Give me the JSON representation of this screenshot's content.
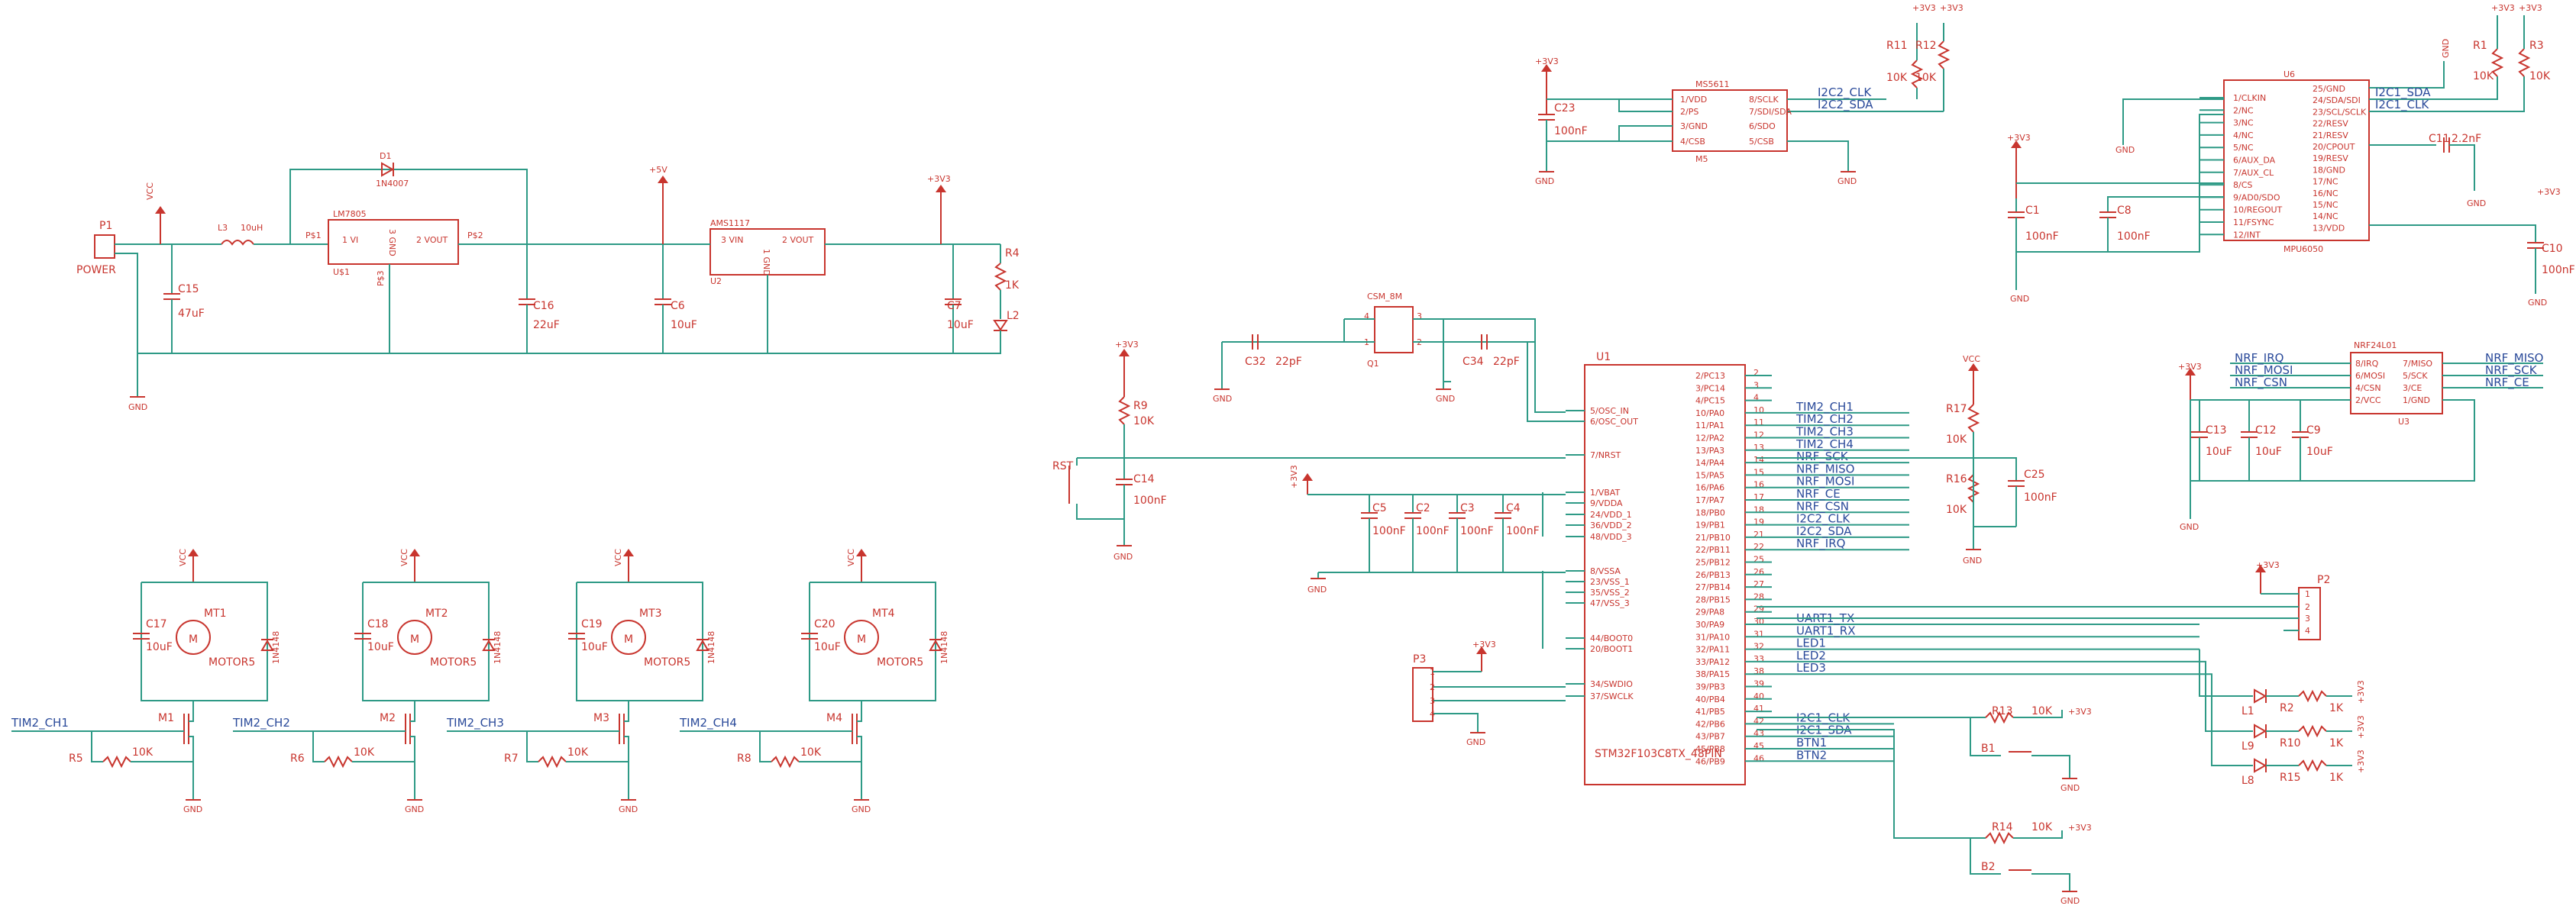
{
  "colors": {
    "wire": "#2e9a86",
    "component": "#c8352e",
    "net_label": "#2a4a9a"
  },
  "power": {
    "p1": "P1",
    "power": "POWER",
    "l3": "L3",
    "l3v": "10uH",
    "d1": "D1",
    "d1v": "1N4007",
    "vreg1": "LM7805",
    "vreg1_ref": "U$1",
    "v1_in": "1 VI",
    "v1_gnd": "3 GND",
    "v1_out": "2 VOUT",
    "vreg2": "AMS1117",
    "vreg2_ref": "U2",
    "v2_in": "3 VIN",
    "v2_gnd": "1 GND",
    "v2_out": "2 VOUT",
    "c15": "C15",
    "c15v": "47uF",
    "c16": "C16",
    "c16v": "22uF",
    "c6": "C6",
    "c6v": "10uF",
    "c7": "C7",
    "c7v": "10uF",
    "r4": "R4",
    "r4v": "1K",
    "l2": "L2",
    "vcc": "VCC",
    "p5v": "+5V",
    "p3v3": "+3V3",
    "gnd": "GND",
    "ps1": "P$1",
    "ps2": "P$2",
    "ps3": "P$3"
  },
  "motors": [
    {
      "c": "C17",
      "cv": "10uF",
      "mt": "MT1",
      "mtv": "MOTOR5",
      "d": "1N4148",
      "q": "M1",
      "r": "R5",
      "rv": "10K",
      "net": "TIM2_CH1"
    },
    {
      "c": "C18",
      "cv": "10uF",
      "mt": "MT2",
      "mtv": "MOTOR5",
      "d": "1N4148",
      "q": "M2",
      "r": "R6",
      "rv": "10K",
      "net": "TIM2_CH2"
    },
    {
      "c": "C19",
      "cv": "10uF",
      "mt": "MT3",
      "mtv": "MOTOR5",
      "d": "1N4148",
      "q": "M3",
      "r": "R7",
      "rv": "10K",
      "net": "TIM2_CH3"
    },
    {
      "c": "C20",
      "cv": "10uF",
      "mt": "MT4",
      "mtv": "MOTOR5",
      "d": "1N4148",
      "q": "M4",
      "r": "R8",
      "rv": "10K",
      "net": "TIM2_CH4"
    }
  ],
  "reset": {
    "r9": "R9",
    "r9v": "10K",
    "rst": "RST",
    "c14": "C14",
    "c14v": "100nF"
  },
  "crystal": {
    "ref": "Q1",
    "name": "CSM_8M",
    "c32": "C32",
    "c32v": "22pF",
    "c34": "C34",
    "c34v": "22pF",
    "p4": "4",
    "p3": "3",
    "p1": "1",
    "p2": "2"
  },
  "decoupling": [
    {
      "ref": "C5",
      "v": "100nF"
    },
    {
      "ref": "C2",
      "v": "100nF"
    },
    {
      "ref": "C3",
      "v": "100nF"
    },
    {
      "ref": "C4",
      "v": "100nF"
    }
  ],
  "mcu": {
    "ref": "U1",
    "part": "STM32F103C8TX_48PIN",
    "left_pins": [
      "5/OSC_IN",
      "6/OSC_OUT",
      "7/NRST",
      "1/VBAT",
      "9/VDDA",
      "24/VDD_1",
      "36/VDD_2",
      "48/VDD_3",
      "8/VSSA",
      "23/VSS_1",
      "35/VSS_2",
      "47/VSS_3",
      "44/BOOT0",
      "20/BOOT1",
      "34/SWDIO",
      "37/SWCLK"
    ],
    "right_pins": [
      "2/PC13",
      "3/PC14",
      "4/PC15",
      "10/PA0",
      "11/PA1",
      "12/PA2",
      "13/PA3",
      "14/PA4",
      "15/PA5",
      "16/PA6",
      "17/PA7",
      "18/PB0",
      "19/PB1",
      "21/PB10",
      "22/PB11",
      "25/PB12",
      "26/PB13",
      "27/PB14",
      "28/PB15",
      "29/PA8",
      "30/PA9",
      "31/PA10",
      "32/PA11",
      "33/PA12",
      "38/PA15",
      "39/PB3",
      "40/PB4",
      "41/PB5",
      "42/PB6",
      "43/PB7",
      "45/PB8",
      "46/PB9"
    ],
    "right_nums": [
      "2",
      "3",
      "4",
      "10",
      "11",
      "12",
      "13",
      "14",
      "15",
      "16",
      "17",
      "18",
      "19",
      "21",
      "22",
      "25",
      "26",
      "27",
      "28",
      "29",
      "30",
      "31",
      "32",
      "33",
      "38",
      "39",
      "40",
      "41",
      "42",
      "43",
      "45",
      "46"
    ],
    "nets": [
      "",
      "",
      "",
      "TIM2_CH1",
      "TIM2_CH2",
      "TIM2_CH3",
      "TIM2_CH4",
      "NRF_SCK",
      "NRF_MISO",
      "NRF_MOSI",
      "NRF_CE",
      "NRF_CSN",
      "I2C2_CLK",
      "I2C2_SDA",
      "NRF_IRQ",
      "",
      "",
      "",
      "",
      "",
      "UART1_TX",
      "UART1_RX",
      "LED1",
      "LED2",
      "LED3",
      "",
      "",
      "",
      "I2C1_CLK",
      "I2C1_SDA",
      "BTN1",
      "BTN2"
    ]
  },
  "swd": {
    "ref": "P3",
    "pins": [
      "1",
      "2",
      "3",
      "4"
    ]
  },
  "vsense": {
    "r17": "R17",
    "r17v": "10K",
    "r16": "R16",
    "r16v": "10K",
    "c25": "C25",
    "c25v": "100nF"
  },
  "buttons": {
    "r13": "R13",
    "r13v": "10K",
    "b1": "B1",
    "r14": "R14",
    "r14v": "10K",
    "b2": "B2"
  },
  "baro": {
    "name": "MS5611",
    "ref": "M5",
    "c23": "C23",
    "c23v": "100nF",
    "r11": "R11",
    "r11v": "10K",
    "r12": "R12",
    "r12v": "10K",
    "left": [
      "1/VDD",
      "2/PS",
      "3/GND",
      "4/CSB"
    ],
    "right": [
      "8/SCLK",
      "7/SDI/SDA",
      "6/SDO",
      "5/CSB"
    ],
    "nets": [
      "I2C2_CLK",
      "I2C2_SDA"
    ]
  },
  "imu": {
    "name": "MPU6050",
    "ref": "U6",
    "r1": "R1",
    "r1v": "10K",
    "r3": "R3",
    "r3v": "10K",
    "c1": "C1",
    "c1v": "100nF",
    "c8": "C8",
    "c8v": "100nF",
    "c10": "C10",
    "c10v": "100nF",
    "c11": "C11",
    "c11v": "2.2nF",
    "left": [
      "1/CLKIN",
      "2/NC",
      "3/NC",
      "4/NC",
      "5/NC",
      "6/AUX_DA",
      "7/AUX_CL",
      "8/CS",
      "9/AD0/SDO",
      "10/REGOUT",
      "11/FSYNC",
      "12/INT"
    ],
    "right": [
      "25/GND",
      "24/SDA/SDI",
      "23/SCL/SCLK",
      "22/RESV",
      "21/RESV",
      "20/CPOUT",
      "19/RESV",
      "18/GND",
      "17/NC",
      "16/NC",
      "15/NC",
      "14/NC",
      "13/VDD"
    ],
    "nets": [
      "I2C1_SDA",
      "I2C1_CLK"
    ]
  },
  "nrf": {
    "name": "NRF24L01",
    "ref": "U3",
    "left": [
      "8/IRQ",
      "6/MOSI",
      "4/CSN",
      "2/VCC"
    ],
    "right": [
      "7/MISO",
      "5/SCK",
      "3/CE",
      "1/GND"
    ],
    "left_nets": [
      "NRF_IRQ",
      "NRF_MOSI",
      "NRF_CSN"
    ],
    "right_nets": [
      "NRF_MISO",
      "NRF_SCK",
      "NRF_CE"
    ],
    "c13": "C13",
    "c13v": "10uF",
    "c12": "C12",
    "c12v": "10uF",
    "c9": "C9",
    "c9v": "10uF"
  },
  "uart": {
    "ref": "P2",
    "pins": [
      "1",
      "2",
      "3",
      "4"
    ]
  },
  "leds": [
    {
      "l": "L1",
      "r": "R2",
      "rv": "1K"
    },
    {
      "l": "L9",
      "r": "R10",
      "rv": "1K"
    },
    {
      "l": "L8",
      "r": "R15",
      "rv": "1K"
    }
  ]
}
